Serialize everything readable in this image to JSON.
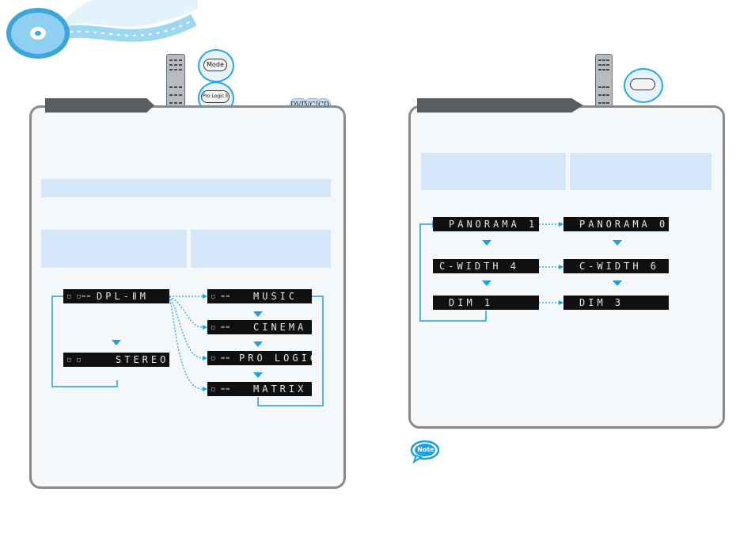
{
  "remote_buttons": {
    "mode_label": "Mode",
    "prologic_label": "Pro Logic Ⅱ"
  },
  "disc_badges": [
    "DVD",
    "VCD",
    "CD"
  ],
  "left_flow": {
    "source_displays": [
      {
        "indicator": "□ □══",
        "text": "DPL-ⅡM"
      },
      {
        "indicator": "□ □",
        "text": "STEREO"
      }
    ],
    "mode_displays": [
      {
        "indicator": "□ ══",
        "text": "MUSIC"
      },
      {
        "indicator": "□ ══",
        "text": "CINEMA"
      },
      {
        "indicator": "□ ══",
        "text": "PRO LOGIC"
      },
      {
        "indicator": "□ ══",
        "text": "MATRIX"
      }
    ]
  },
  "right_flow": {
    "left_column": [
      "PANORAMA 1",
      "C-WIDTH 4",
      "DIM 1"
    ],
    "right_column": [
      "PANORAMA 0",
      "C-WIDTH 6",
      "DIM 3"
    ]
  },
  "note_label": "Note",
  "colors": {
    "accent_blue": "#1ba0e0",
    "band_blue": "#d3e7f8",
    "lcd_bg": "#101010",
    "tab_gray": "#5a5e62"
  }
}
